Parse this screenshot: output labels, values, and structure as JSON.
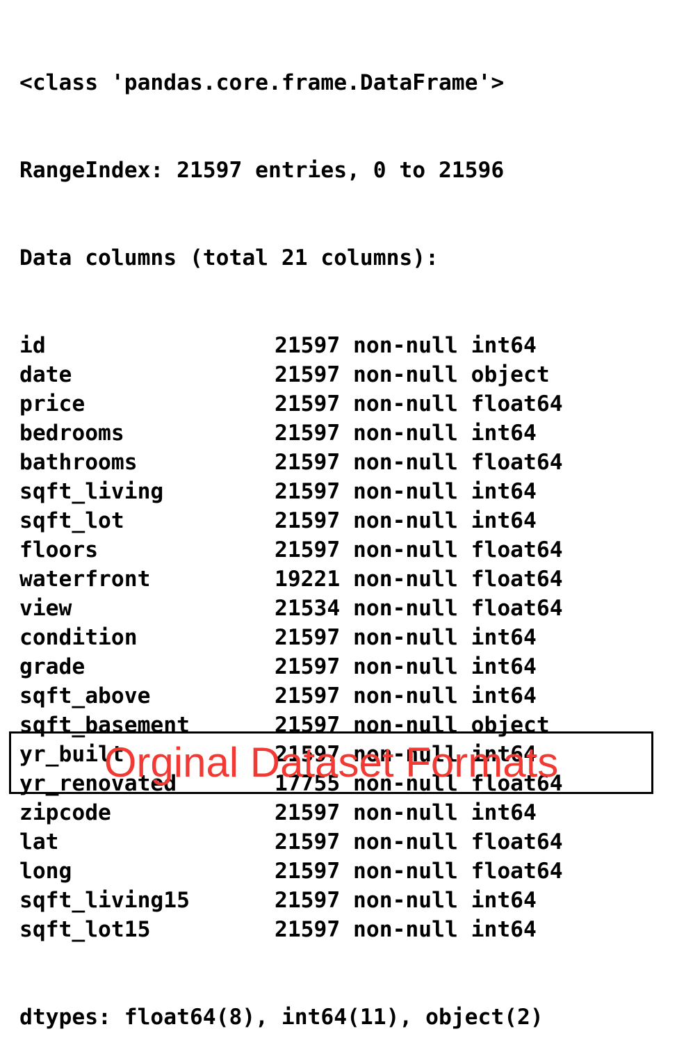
{
  "header_lines": [
    "<class 'pandas.core.frame.DataFrame'>",
    "RangeIndex: 21597 entries, 0 to 21596",
    "Data columns (total 21 columns):"
  ],
  "columns": [
    {
      "name": "id",
      "info": "21597 non-null int64"
    },
    {
      "name": "date",
      "info": "21597 non-null object"
    },
    {
      "name": "price",
      "info": "21597 non-null float64"
    },
    {
      "name": "bedrooms",
      "info": "21597 non-null int64"
    },
    {
      "name": "bathrooms",
      "info": "21597 non-null float64"
    },
    {
      "name": "sqft_living",
      "info": "21597 non-null int64"
    },
    {
      "name": "sqft_lot",
      "info": "21597 non-null int64"
    },
    {
      "name": "floors",
      "info": "21597 non-null float64"
    },
    {
      "name": "waterfront",
      "info": "19221 non-null float64"
    },
    {
      "name": "view",
      "info": "21534 non-null float64"
    },
    {
      "name": "condition",
      "info": "21597 non-null int64"
    },
    {
      "name": "grade",
      "info": "21597 non-null int64"
    },
    {
      "name": "sqft_above",
      "info": "21597 non-null int64"
    },
    {
      "name": "sqft_basement",
      "info": "21597 non-null object"
    },
    {
      "name": "yr_built",
      "info": "21597 non-null int64"
    },
    {
      "name": "yr_renovated",
      "info": "17755 non-null float64"
    },
    {
      "name": "zipcode",
      "info": "21597 non-null int64"
    },
    {
      "name": "lat",
      "info": "21597 non-null float64"
    },
    {
      "name": "long",
      "info": "21597 non-null float64"
    },
    {
      "name": "sqft_living15",
      "info": "21597 non-null int64"
    },
    {
      "name": "sqft_lot15",
      "info": "21597 non-null int64"
    }
  ],
  "dtypes_line": "dtypes: float64(8), int64(11), object(2)",
  "caption": "Orginal Dataset Formats",
  "colors": {
    "text": "#000000",
    "caption": "#f03a33",
    "background": "#ffffff"
  }
}
